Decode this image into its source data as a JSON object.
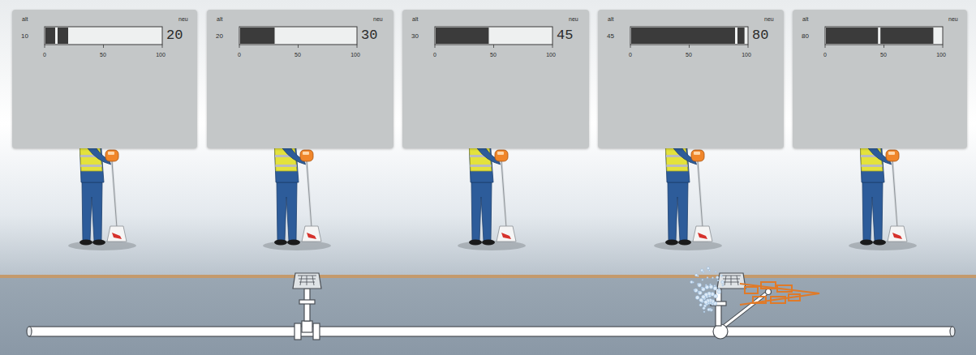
{
  "diagram": {
    "nodes": [
      {
        "text": [
          "alt",
          "neu",
          "10",
          "20",
          "0",
          "50",
          "100"
        ]
      },
      {
        "text": [
          "alt",
          "neu",
          "20",
          "30",
          "0",
          "50",
          "100"
        ]
      },
      {
        "text": [
          "alt",
          "neu",
          "30",
          "45",
          "0",
          "50",
          "100"
        ]
      },
      {
        "text": [
          "alt",
          "neu",
          "45",
          "80",
          "0",
          "50",
          "100"
        ]
      },
      {
        "text": [
          "alt",
          "neu",
          "80",
          "0",
          "50",
          "100"
        ]
      }
    ]
  }
}
